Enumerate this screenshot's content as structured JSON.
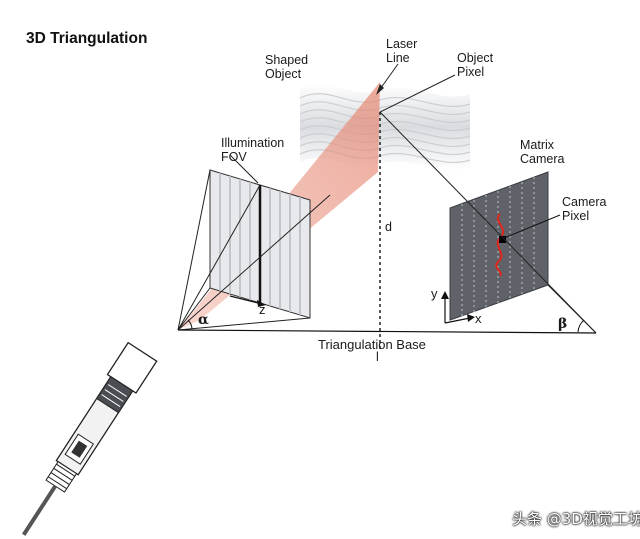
{
  "title": "3D Triangulation",
  "labels": {
    "shaped_object": "Shaped\nObject",
    "laser_line": "Laser\nLine",
    "object_pixel": "Object\nPixel",
    "illumination_fov": "Illumination\nFOV",
    "matrix_camera": "Matrix\nCamera",
    "camera_pixel": "Camera\nPixel",
    "d": "d",
    "l": "l",
    "z": "z",
    "x": "x",
    "y": "y",
    "alpha": "α",
    "beta": "β",
    "triangulation_base": "Triangulation Base"
  },
  "watermark": "头条 @3D视觉工坊",
  "colors": {
    "laser": "#e89a88",
    "camera_frame": "#5f6369",
    "curve": "#e0261a"
  }
}
